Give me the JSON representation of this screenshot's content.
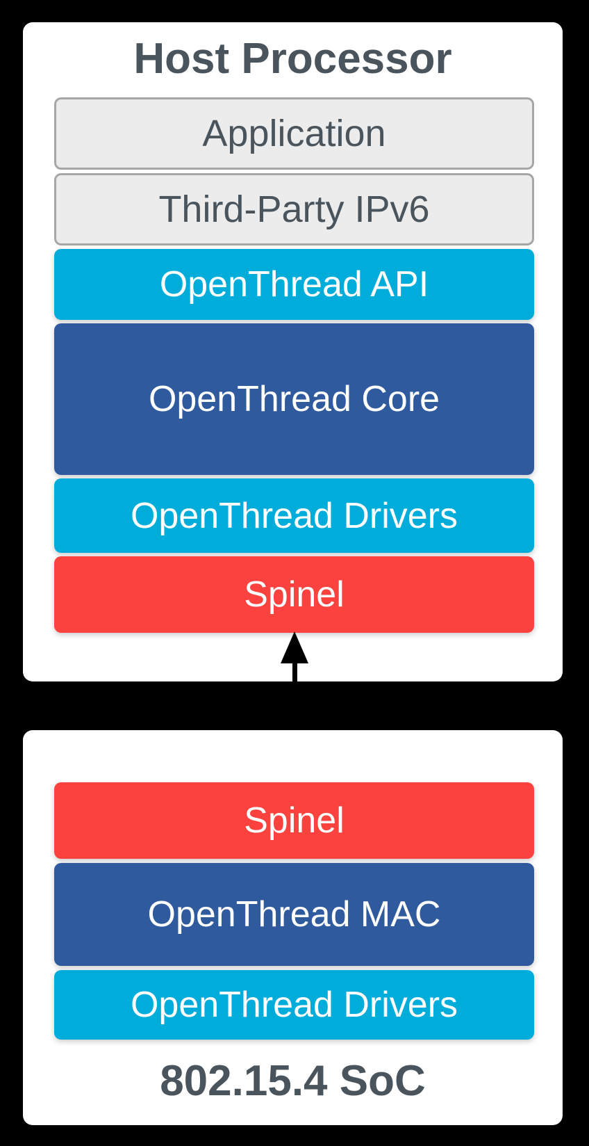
{
  "colors": {
    "cyan": "#00ACD9",
    "blue": "#2F5A9D",
    "red": "#FB423E",
    "gray_fill": "#ECECEC",
    "gray_border": "#A6A6A6",
    "ink": "#4A545C",
    "panel": "#FFFFFF",
    "arrow": "#000000",
    "bg": "#000000"
  },
  "host": {
    "title": "Host Processor",
    "layers": [
      {
        "label": "Application",
        "type": "gray"
      },
      {
        "label": "Third-Party IPv6",
        "type": "gray"
      },
      {
        "label": "OpenThread API",
        "type": "cyan"
      },
      {
        "label": "OpenThread Core",
        "type": "blue"
      },
      {
        "label": "OpenThread Drivers",
        "type": "cyan"
      },
      {
        "label": "Spinel",
        "type": "red"
      }
    ]
  },
  "connector": {
    "style": "double-headed-vertical-arrow",
    "color": "#000000"
  },
  "soc": {
    "title": "802.15.4 SoC",
    "layers": [
      {
        "label": "Spinel",
        "type": "red"
      },
      {
        "label": "OpenThread MAC",
        "type": "blue"
      },
      {
        "label": "OpenThread Drivers",
        "type": "cyan"
      }
    ]
  }
}
